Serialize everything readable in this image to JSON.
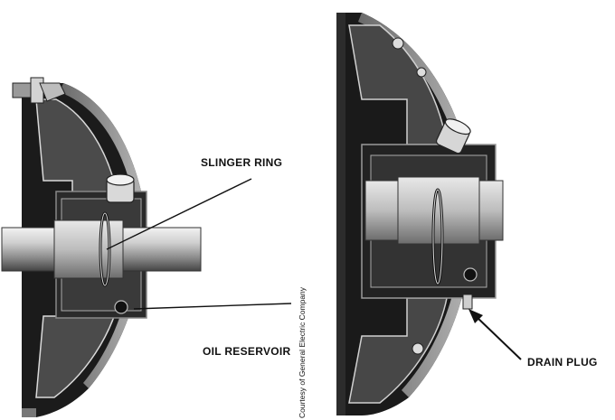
{
  "labels": {
    "slinger_ring": "SLINGER RING",
    "oil_reservoir": "OIL RESERVOIR",
    "drain_plug": "DRAIN PLUG"
  },
  "credit": "Courtesy of General Electric Company"
}
